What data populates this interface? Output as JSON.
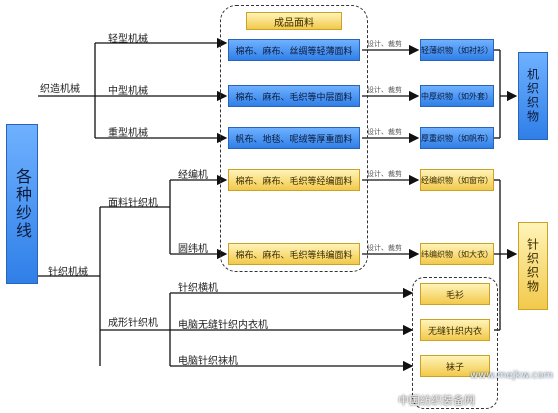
{
  "root": "各种纱线",
  "branches": {
    "weaving": "织造机械",
    "knitting": "针织机械",
    "fabric_knitting": "面料针织机",
    "forming_knitting": "成形针织机"
  },
  "loom_types": [
    "轻型机械",
    "中型机械",
    "重型机械"
  ],
  "knit_machines": [
    "经编机",
    "圆纬机",
    "针织横机",
    "电脑无缝针织内衣机",
    "电脑针织袜机"
  ],
  "finished_title": "成品面料",
  "fabrics": [
    "棉布、麻布、丝绸等轻薄面料",
    "棉布、麻布、毛织等中层面料",
    "帆布、地毯、呢绒等厚重面料",
    "棉布、麻布、毛织等经编面料",
    "棉布、麻布、毛织等纬编面料"
  ],
  "process_label": "设计、裁剪",
  "products": [
    "轻薄织物（如衬衫）",
    "中厚织物（如外套）",
    "厚重织物（如帆布）",
    "经编织物（如窗帘）",
    "纬编织物（如大衣）"
  ],
  "formed_products": [
    "毛衫",
    "无缝针织内衣",
    "袜子"
  ],
  "side_labels": {
    "woven": "机织织物",
    "knitted": "针织织物"
  },
  "watermark": {
    "left": "中国纺织装备网",
    "right": "www.mejkw.com"
  }
}
